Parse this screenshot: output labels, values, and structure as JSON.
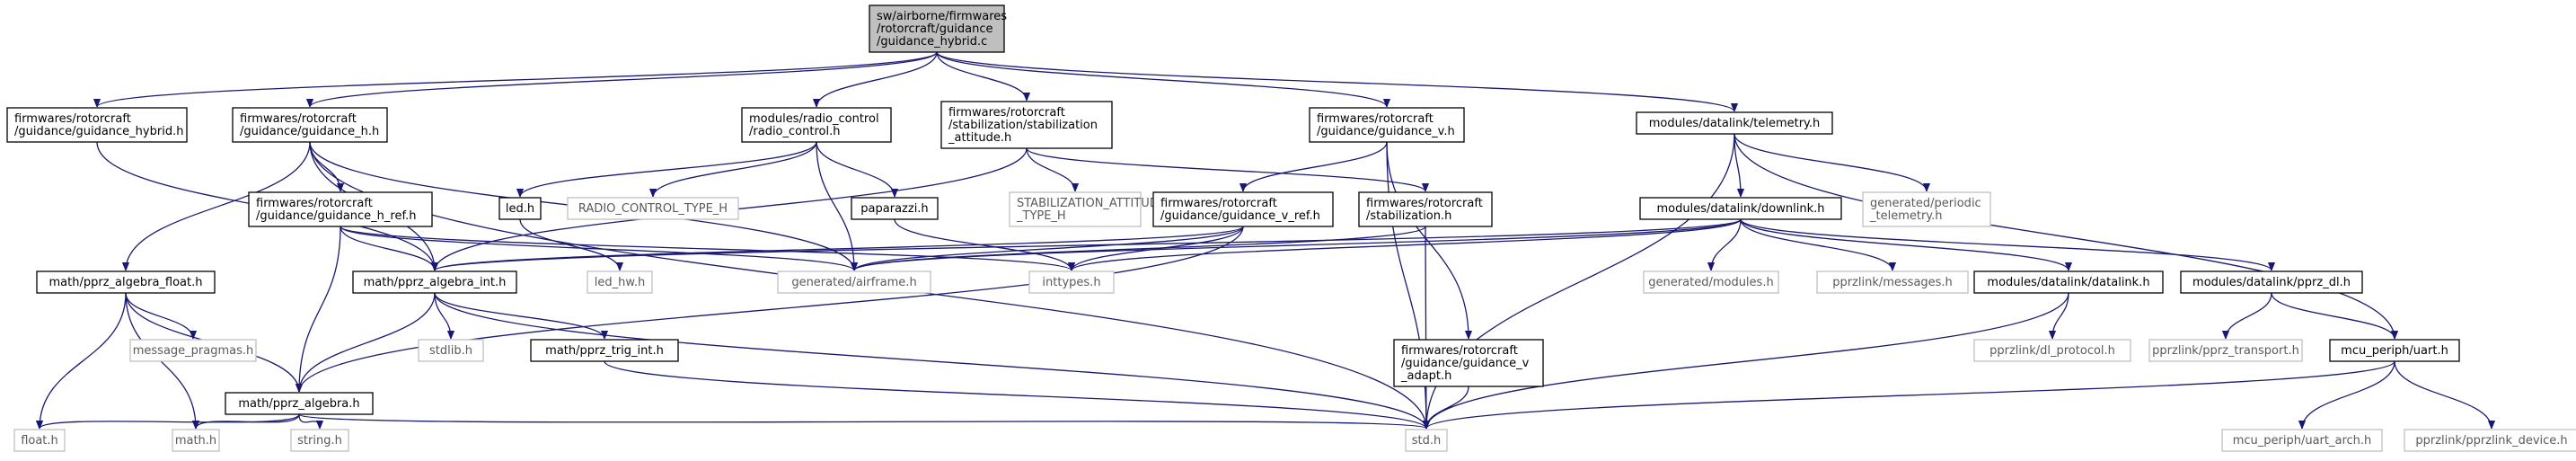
{
  "diagram": {
    "nodes": [
      {
        "id": "main",
        "kind": "main",
        "lines": [
          "sw/airborne/firmwares",
          "/rotorcraft/guidance",
          "/guidance_hybrid.c"
        ]
      },
      {
        "id": "gh_hybrid",
        "kind": "normal",
        "lines": [
          "firmwares/rotorcraft",
          "/guidance/guidance_hybrid.h"
        ]
      },
      {
        "id": "gh_h",
        "kind": "normal",
        "lines": [
          "firmwares/rotorcraft",
          "/guidance/guidance_h.h"
        ]
      },
      {
        "id": "radio",
        "kind": "normal",
        "lines": [
          "modules/radio_control",
          "/radio_control.h"
        ]
      },
      {
        "id": "stab_att",
        "kind": "normal",
        "lines": [
          "firmwares/rotorcraft",
          "/stabilization/stabilization",
          "_attitude.h"
        ]
      },
      {
        "id": "gv",
        "kind": "normal",
        "lines": [
          "firmwares/rotorcraft",
          "/guidance/guidance_v.h"
        ]
      },
      {
        "id": "telemetry",
        "kind": "normal",
        "lines": [
          "modules/datalink/telemetry.h"
        ]
      },
      {
        "id": "led",
        "kind": "normal",
        "lines": [
          "led.h"
        ]
      },
      {
        "id": "rc_type",
        "kind": "missing",
        "lines": [
          "RADIO_CONTROL_TYPE_H"
        ]
      },
      {
        "id": "paparazzi",
        "kind": "normal",
        "lines": [
          "paparazzi.h"
        ]
      },
      {
        "id": "stab_att_type",
        "kind": "missing",
        "lines": [
          "STABILIZATION_ATTITUDE",
          "_TYPE_H"
        ]
      },
      {
        "id": "gh_ref",
        "kind": "normal",
        "lines": [
          "firmwares/rotorcraft",
          "/guidance/guidance_h_ref.h"
        ]
      },
      {
        "id": "gv_ref",
        "kind": "normal",
        "lines": [
          "firmwares/rotorcraft",
          "/guidance/guidance_v_ref.h"
        ]
      },
      {
        "id": "stab",
        "kind": "normal",
        "lines": [
          "firmwares/rotorcraft",
          "/stabilization.h"
        ]
      },
      {
        "id": "downlink",
        "kind": "normal",
        "lines": [
          "modules/datalink/downlink.h"
        ]
      },
      {
        "id": "periodic",
        "kind": "missing",
        "lines": [
          "generated/periodic",
          "_telemetry.h"
        ]
      },
      {
        "id": "algfloat",
        "kind": "normal",
        "lines": [
          "math/pprz_algebra_float.h"
        ]
      },
      {
        "id": "algint",
        "kind": "normal",
        "lines": [
          "math/pprz_algebra_int.h"
        ]
      },
      {
        "id": "led_hw",
        "kind": "missing",
        "lines": [
          "led_hw.h"
        ]
      },
      {
        "id": "airframe",
        "kind": "missing",
        "lines": [
          "generated/airframe.h"
        ]
      },
      {
        "id": "inttypes",
        "kind": "missing",
        "lines": [
          "inttypes.h"
        ]
      },
      {
        "id": "modules_gen",
        "kind": "missing",
        "lines": [
          "generated/modules.h"
        ]
      },
      {
        "id": "messages",
        "kind": "missing",
        "lines": [
          "pprzlink/messages.h"
        ]
      },
      {
        "id": "datalink",
        "kind": "normal",
        "lines": [
          "modules/datalink/datalink.h"
        ]
      },
      {
        "id": "pprz_dl",
        "kind": "normal",
        "lines": [
          "modules/datalink/pprz_dl.h"
        ]
      },
      {
        "id": "msgprag",
        "kind": "missing",
        "lines": [
          "message_pragmas.h"
        ]
      },
      {
        "id": "stdlib",
        "kind": "missing",
        "lines": [
          "stdlib.h"
        ]
      },
      {
        "id": "trigint",
        "kind": "normal",
        "lines": [
          "math/pprz_trig_int.h"
        ]
      },
      {
        "id": "gv_adapt",
        "kind": "normal",
        "lines": [
          "firmwares/rotorcraft",
          "/guidance/guidance_v",
          "_adapt.h"
        ]
      },
      {
        "id": "algebra",
        "kind": "normal",
        "lines": [
          "math/pprz_algebra.h"
        ]
      },
      {
        "id": "dlproto",
        "kind": "missing",
        "lines": [
          "pprzlink/dl_protocol.h"
        ]
      },
      {
        "id": "transport",
        "kind": "missing",
        "lines": [
          "pprzlink/pprz_transport.h"
        ]
      },
      {
        "id": "uart",
        "kind": "normal",
        "lines": [
          "mcu_periph/uart.h"
        ]
      },
      {
        "id": "floath",
        "kind": "missing",
        "lines": [
          "float.h"
        ]
      },
      {
        "id": "mathh",
        "kind": "missing",
        "lines": [
          "math.h"
        ]
      },
      {
        "id": "stringh",
        "kind": "missing",
        "lines": [
          "string.h"
        ]
      },
      {
        "id": "stdh",
        "kind": "missing",
        "lines": [
          "std.h"
        ]
      },
      {
        "id": "uart_arch",
        "kind": "missing",
        "lines": [
          "mcu_periph/uart_arch.h"
        ]
      },
      {
        "id": "device",
        "kind": "missing",
        "lines": [
          "pprzlink/pprzlink_device.h"
        ]
      }
    ],
    "edges": [
      [
        "main",
        "gh_hybrid"
      ],
      [
        "main",
        "gh_h"
      ],
      [
        "main",
        "radio"
      ],
      [
        "main",
        "stab_att"
      ],
      [
        "main",
        "gv"
      ],
      [
        "main",
        "telemetry"
      ],
      [
        "gh_hybrid",
        "algint"
      ],
      [
        "gh_h",
        "gh_ref"
      ],
      [
        "gh_h",
        "algfloat"
      ],
      [
        "gh_h",
        "algint"
      ],
      [
        "gh_h",
        "airframe"
      ],
      [
        "gh_h",
        "stdh"
      ],
      [
        "radio",
        "led"
      ],
      [
        "radio",
        "rc_type"
      ],
      [
        "radio",
        "paparazzi"
      ],
      [
        "radio",
        "airframe"
      ],
      [
        "stab_att",
        "stab_att_type"
      ],
      [
        "stab_att",
        "stab"
      ],
      [
        "stab_att",
        "algint"
      ],
      [
        "gv",
        "gv_ref"
      ],
      [
        "gv",
        "gv_adapt"
      ],
      [
        "gv",
        "stdh"
      ],
      [
        "telemetry",
        "downlink"
      ],
      [
        "telemetry",
        "periodic"
      ],
      [
        "telemetry",
        "uart"
      ],
      [
        "telemetry",
        "stdh"
      ],
      [
        "led",
        "led_hw"
      ],
      [
        "paparazzi",
        "inttypes"
      ],
      [
        "gh_ref",
        "algint"
      ],
      [
        "gh_ref",
        "algebra"
      ],
      [
        "gh_ref",
        "airframe"
      ],
      [
        "gh_ref",
        "inttypes"
      ],
      [
        "gv_ref",
        "algint"
      ],
      [
        "gv_ref",
        "airframe"
      ],
      [
        "gv_ref",
        "inttypes"
      ],
      [
        "gv_ref",
        "algebra"
      ],
      [
        "stab",
        "airframe"
      ],
      [
        "stab",
        "stdh"
      ],
      [
        "downlink",
        "modules_gen"
      ],
      [
        "downlink",
        "messages"
      ],
      [
        "downlink",
        "datalink"
      ],
      [
        "downlink",
        "pprz_dl"
      ],
      [
        "downlink",
        "airframe"
      ],
      [
        "downlink",
        "inttypes"
      ],
      [
        "downlink",
        "algint"
      ],
      [
        "algfloat",
        "algebra"
      ],
      [
        "algfloat",
        "msgprag"
      ],
      [
        "algfloat",
        "floath"
      ],
      [
        "algfloat",
        "mathh"
      ],
      [
        "algint",
        "stdlib"
      ],
      [
        "algint",
        "trigint"
      ],
      [
        "algint",
        "algebra"
      ],
      [
        "algint",
        "stdh"
      ],
      [
        "datalink",
        "dlproto"
      ],
      [
        "datalink",
        "stdh"
      ],
      [
        "pprz_dl",
        "transport"
      ],
      [
        "pprz_dl",
        "uart"
      ],
      [
        "trigint",
        "stdh"
      ],
      [
        "gv_adapt",
        "stdh"
      ],
      [
        "algebra",
        "floath"
      ],
      [
        "algebra",
        "mathh"
      ],
      [
        "algebra",
        "stringh"
      ],
      [
        "algebra",
        "stdh"
      ],
      [
        "uart",
        "stdh"
      ],
      [
        "uart",
        "uart_arch"
      ],
      [
        "uart",
        "device"
      ]
    ]
  }
}
